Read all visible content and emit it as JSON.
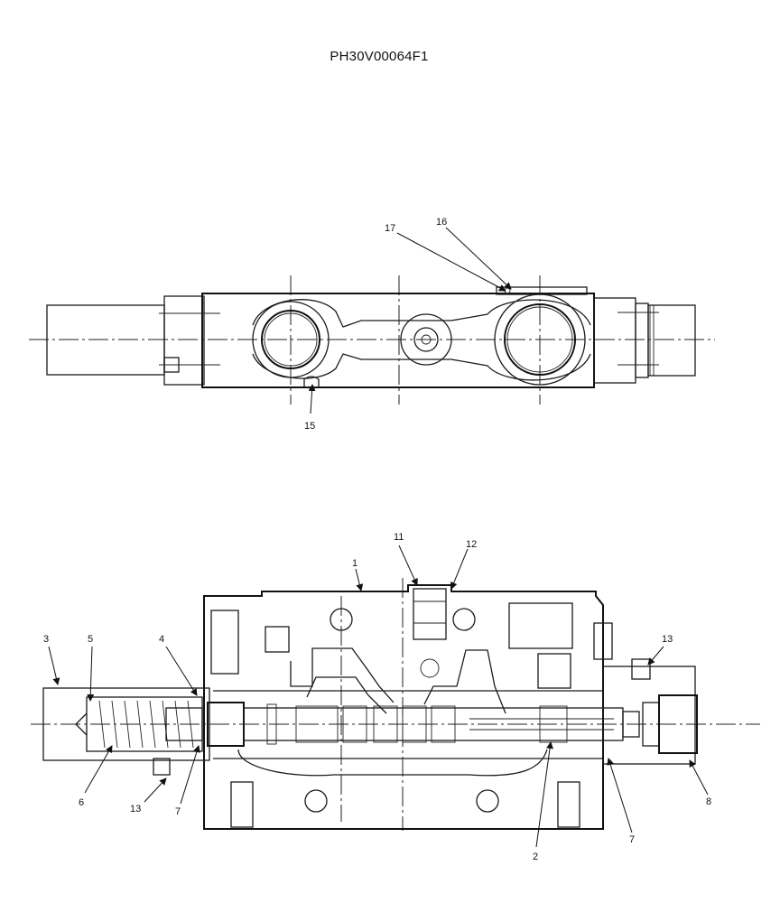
{
  "document": {
    "title": "PH30V00064F1"
  },
  "top_view": {
    "callouts": [
      "17",
      "16",
      "15"
    ]
  },
  "section_view": {
    "callouts": [
      "11",
      "12",
      "1",
      "3",
      "5",
      "4",
      "13",
      "13",
      "6",
      "7",
      "2",
      "7",
      "8"
    ]
  },
  "colors": {
    "ink": "#111111",
    "paper": "#ffffff"
  }
}
